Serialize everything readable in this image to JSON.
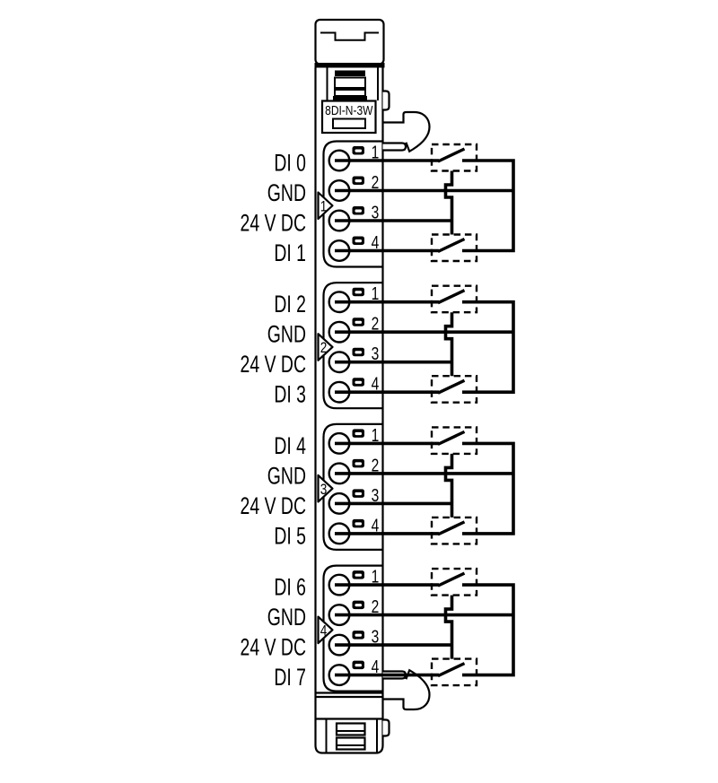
{
  "diagram": {
    "type": "wiring-connection-diagram",
    "colors": {
      "ink": "#000000",
      "paper": "#ffffff",
      "led_fill": "#000000"
    },
    "icons": {
      "sensor_switch": "normally-open-switch-in-dashed-sensor-box",
      "status_led": "terminal-status-led",
      "group_marker": "right-pointing-triangle",
      "release_lever": "module-release-hook"
    }
  },
  "module": {
    "model": "8DI-N-3W",
    "groups": [
      {
        "number": "1",
        "terminals": [
          {
            "pin": "1",
            "label": "DI 0"
          },
          {
            "pin": "2",
            "label": "GND"
          },
          {
            "pin": "3",
            "label": "24 V DC"
          },
          {
            "pin": "4",
            "label": "DI 1"
          }
        ]
      },
      {
        "number": "2",
        "terminals": [
          {
            "pin": "1",
            "label": "DI 2"
          },
          {
            "pin": "2",
            "label": "GND"
          },
          {
            "pin": "3",
            "label": "24 V DC"
          },
          {
            "pin": "4",
            "label": "DI 3"
          }
        ]
      },
      {
        "number": "3",
        "terminals": [
          {
            "pin": "1",
            "label": "DI 4"
          },
          {
            "pin": "2",
            "label": "GND"
          },
          {
            "pin": "3",
            "label": "24 V DC"
          },
          {
            "pin": "4",
            "label": "DI 5"
          }
        ]
      },
      {
        "number": "4",
        "terminals": [
          {
            "pin": "1",
            "label": "DI 6"
          },
          {
            "pin": "2",
            "label": "GND"
          },
          {
            "pin": "3",
            "label": "24 V DC"
          },
          {
            "pin": "4",
            "label": "DI 7"
          }
        ]
      }
    ]
  }
}
